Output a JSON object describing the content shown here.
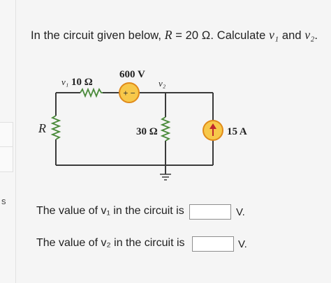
{
  "question": {
    "intro": "In the circuit given below, ",
    "r_symbol": "R",
    "r_value": " = 20 Ω. Calculate ",
    "v1": "v₁",
    "and": " and ",
    "v2": "v₂",
    "end": "."
  },
  "circuit": {
    "r1_node_label": "v₁",
    "r1_label": "10 Ω",
    "vsource_label": "600 V",
    "vsource_sign": "+ −",
    "v2_node_label": "v₂",
    "r_label": "R",
    "r30_label": "30 Ω",
    "isource_label": "15 A",
    "colors": {
      "source_fill": "#f7c84a",
      "source_stroke": "#e08a1a",
      "arrow": "#c0262d",
      "wire": "#3a3a3a"
    }
  },
  "answers": {
    "line1_text": "The value of v₁ in the circuit is",
    "line1_unit": "V.",
    "line2_text": "The value of v₂ in the circuit is",
    "line2_unit": "V."
  },
  "sidebar": {
    "letter": "s"
  }
}
